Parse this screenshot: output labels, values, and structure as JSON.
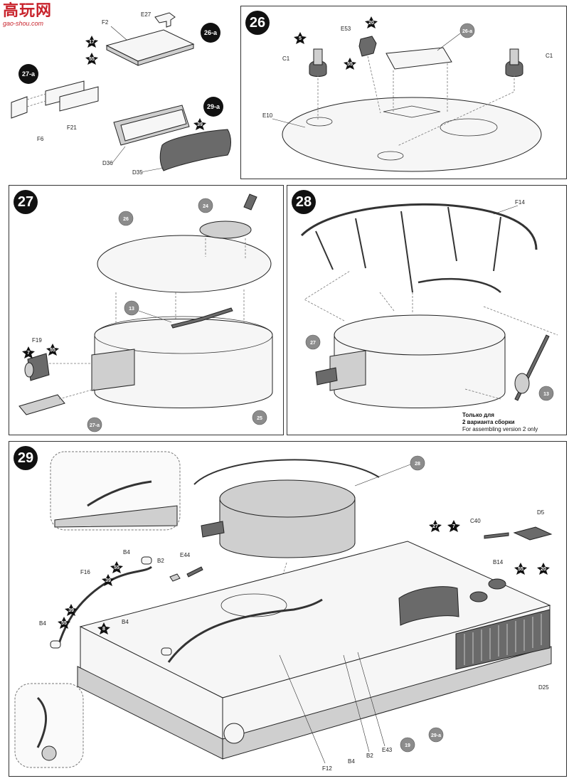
{
  "watermark": {
    "logo": "高玩网",
    "url": "gao-shou.com"
  },
  "panel_loose": {
    "refs": [
      "26-a",
      "27-a",
      "29-a"
    ],
    "labels": [
      "E27",
      "F2",
      "F6",
      "F21",
      "D36",
      "D35"
    ],
    "stars": [
      "17",
      "55",
      "39"
    ]
  },
  "step26": {
    "number": "26",
    "labels": [
      "E53",
      "C1",
      "C1",
      "E10"
    ],
    "stars": [
      "5",
      "55",
      "20"
    ],
    "refs": [
      "26-a"
    ]
  },
  "step27": {
    "number": "27",
    "labels": [
      "F19"
    ],
    "stars": [
      "7",
      "55"
    ],
    "refs": [
      "27-a"
    ],
    "circles": [
      "26",
      "24",
      "13",
      "25"
    ]
  },
  "step28": {
    "number": "28",
    "labels": [
      "F14"
    ],
    "circles": [
      "27",
      "13"
    ],
    "note_ru_1": "Только для",
    "note_ru_2": "2 варианта сборки",
    "note_en": "For assembling version 2 only"
  },
  "step29": {
    "number": "29",
    "labels": [
      "B4",
      "B2",
      "E44",
      "F16",
      "B4",
      "B4",
      "C40",
      "D5",
      "B14",
      "D25",
      "F12",
      "B4",
      "B2",
      "E43"
    ],
    "stars": [
      "55",
      "39",
      "39",
      "55",
      "8",
      "27",
      "7",
      "55",
      "20"
    ],
    "circles": [
      "28",
      "19",
      "29-a"
    ]
  },
  "colors": {
    "accent": "#c8232c",
    "ink": "#111111",
    "callout": "#8c8c8c"
  }
}
